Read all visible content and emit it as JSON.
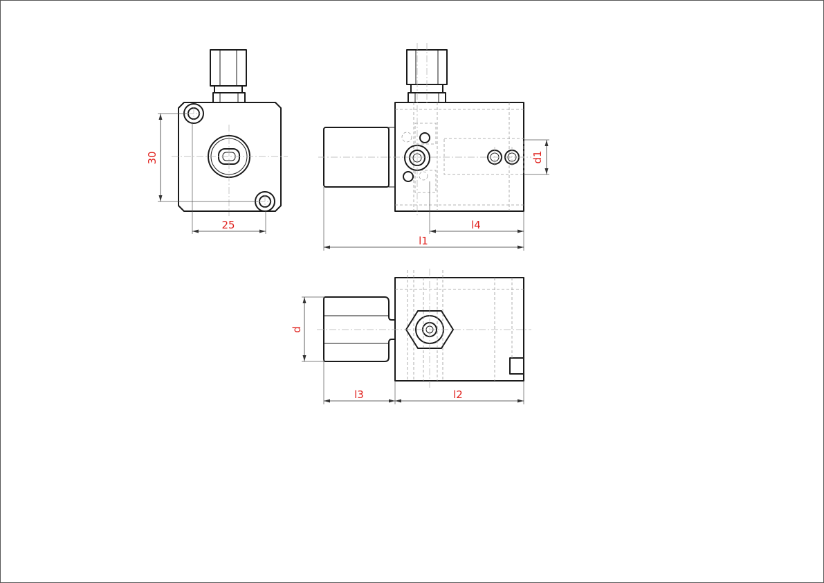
{
  "colors": {
    "dimension_text": "#e0201c",
    "outline": "#1a1a1a",
    "hidden_line": "#9a9a9a",
    "center_line": "#b0b0b0",
    "border": "#555555"
  },
  "dimensions": {
    "height_30": "30",
    "width_25": "25",
    "d1": "d1",
    "l4": "l4",
    "l1": "l1",
    "d": "d",
    "l3": "l3",
    "l2": "l2"
  }
}
